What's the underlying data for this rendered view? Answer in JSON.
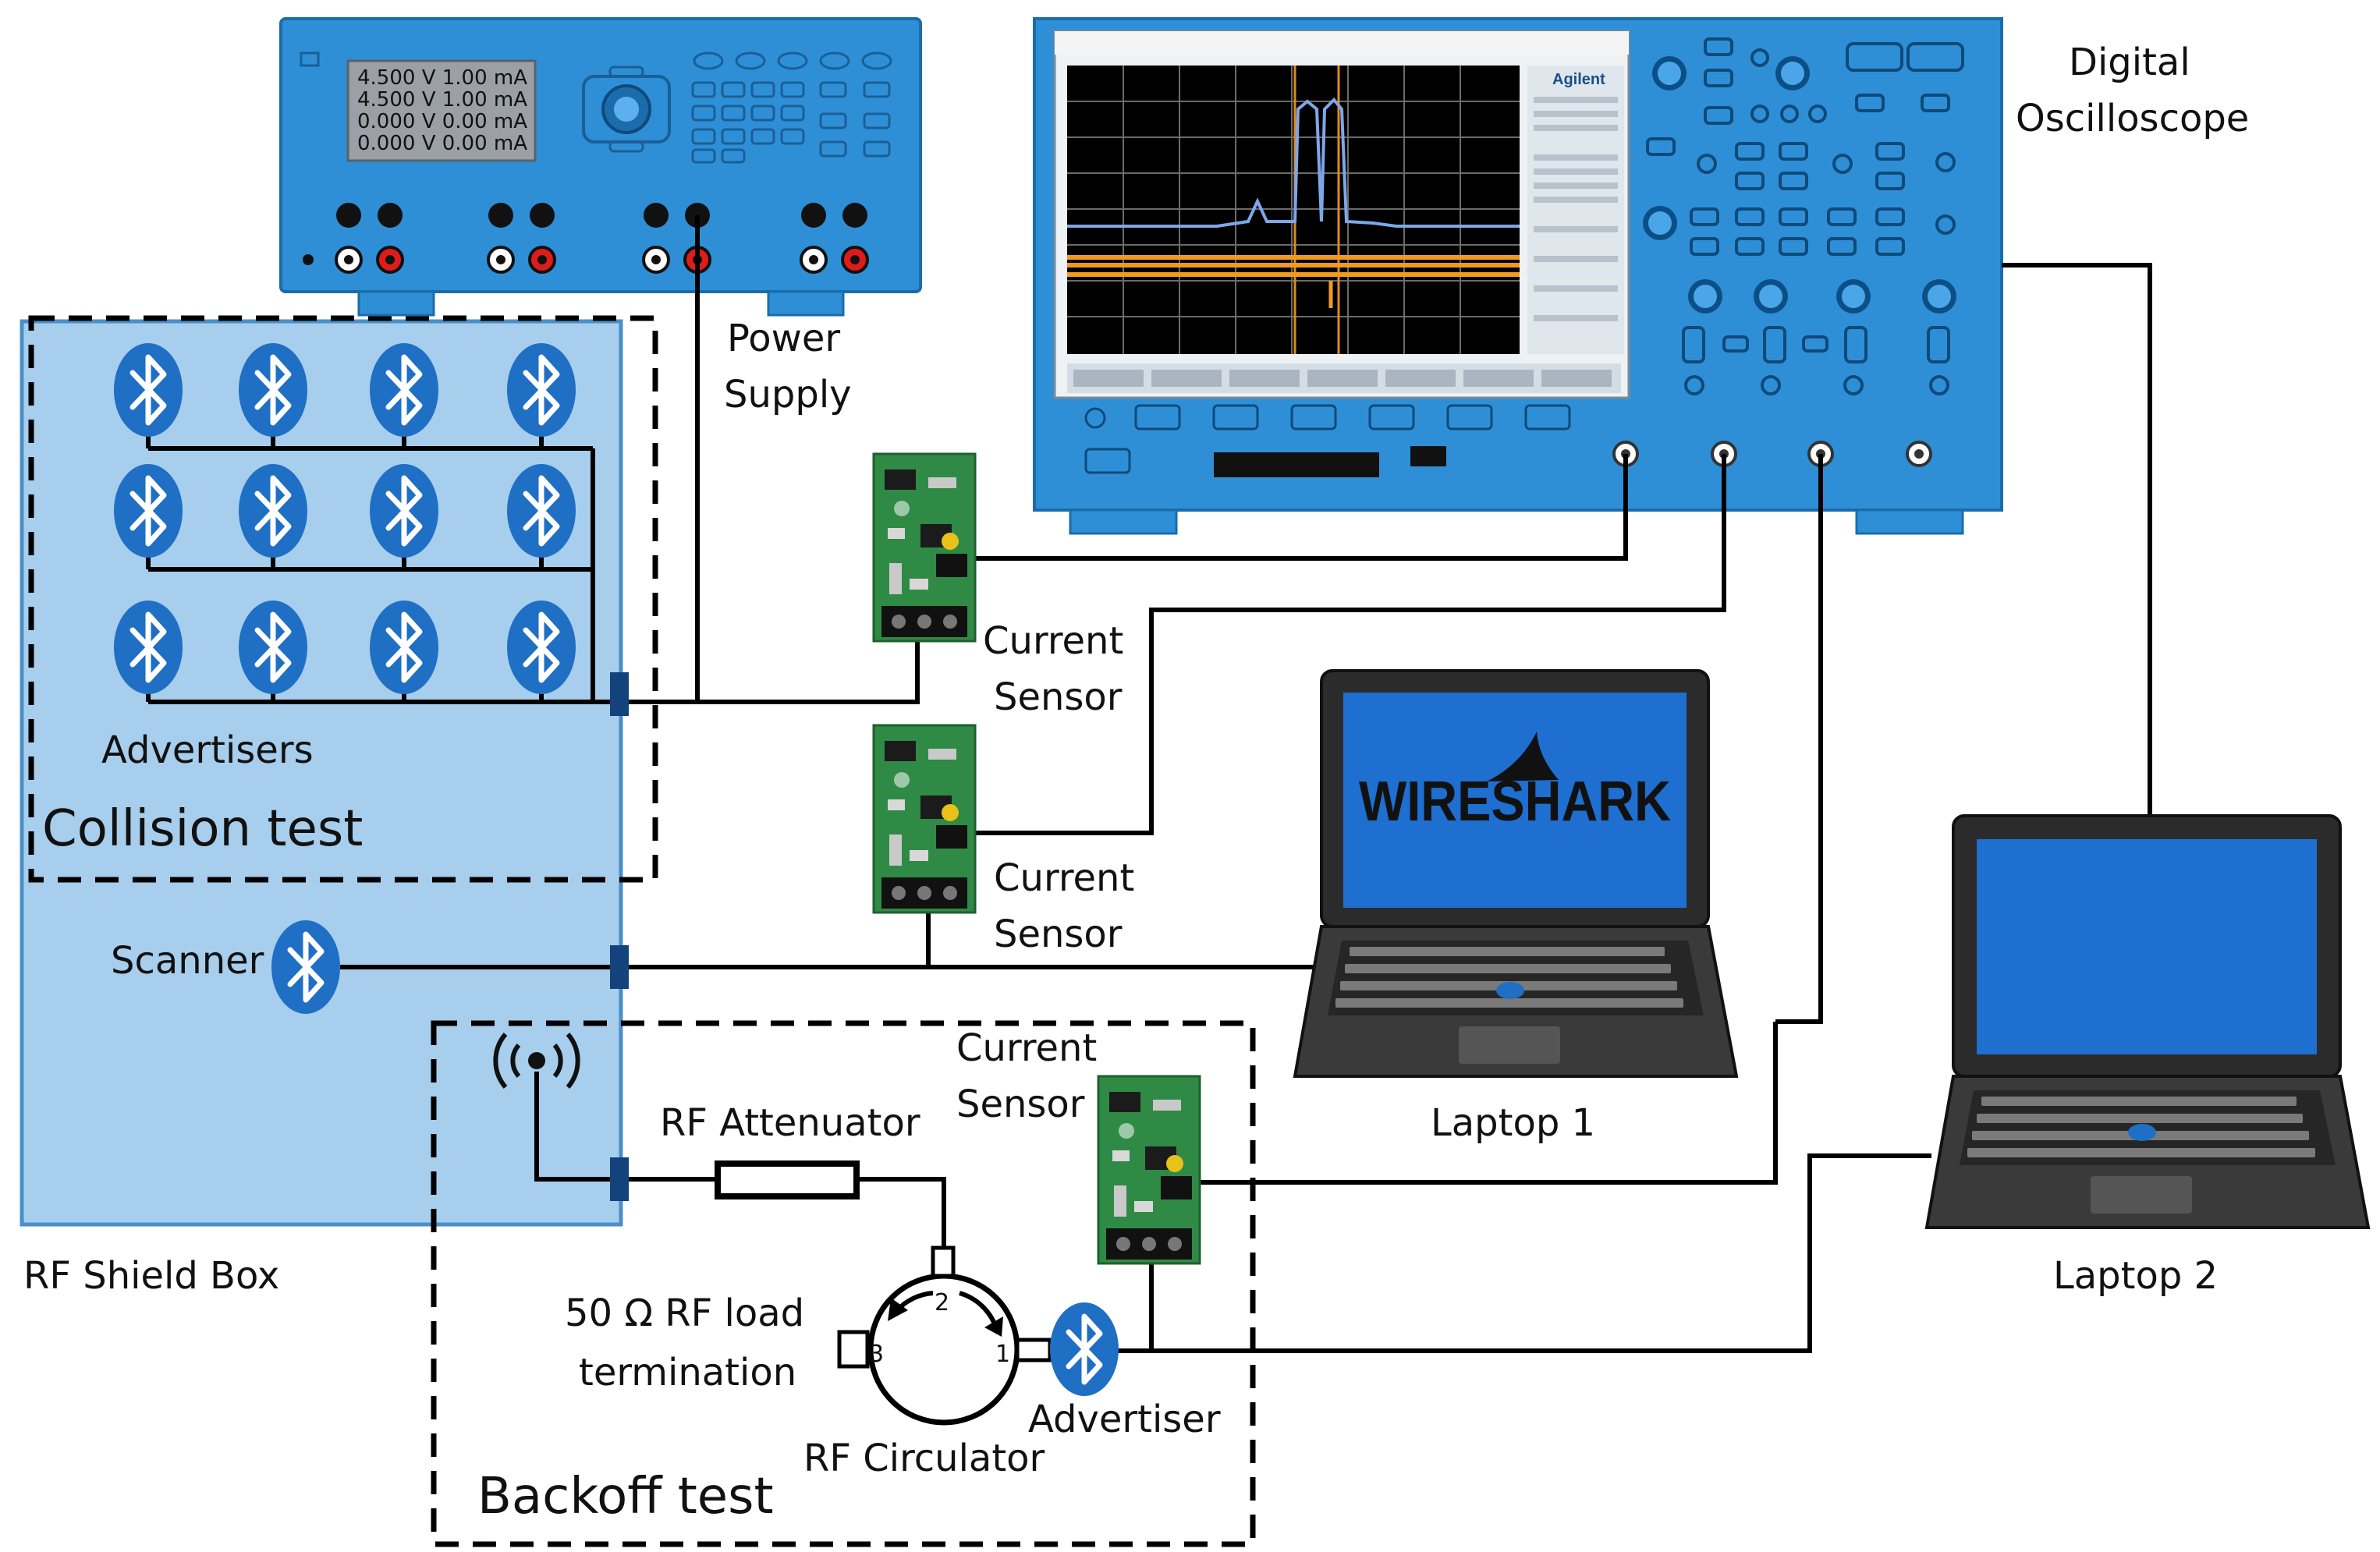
{
  "labels": {
    "power_supply": [
      "Power",
      "Supply"
    ],
    "oscilloscope": [
      "Digital",
      "Oscilloscope"
    ],
    "current_sensor": [
      "Current",
      "Sensor"
    ],
    "advertisers": "Advertisers",
    "collision_test": "Collision test",
    "scanner": "Scanner",
    "rf_shield_box": "RF Shield Box",
    "rf_attenuator": "RF Attenuator",
    "load_termination": [
      "50 Ω RF load",
      "termination"
    ],
    "rf_circulator": "RF Circulator",
    "advertiser": "Advertiser",
    "backoff_test": "Backoff test",
    "laptop1": "Laptop 1",
    "laptop2": "Laptop 2",
    "circulator_ports": [
      "1",
      "2",
      "3"
    ]
  },
  "power_supply_display": [
    [
      "4.500 V",
      "1.00 mA"
    ],
    [
      "4.500 V",
      "1.00 mA"
    ],
    [
      "0.000 V",
      "0.00 mA"
    ],
    [
      "0.000 V",
      "0.00 mA"
    ]
  ],
  "scope_brand": "Agilent",
  "laptop1_screen_text": "WIRESHARK",
  "colors": {
    "device_blue": "#2e8fd6",
    "shield_box": "#a7ceec",
    "bluetooth_blue": "#1f6fc4",
    "pcb_green": "#2f8a45"
  }
}
